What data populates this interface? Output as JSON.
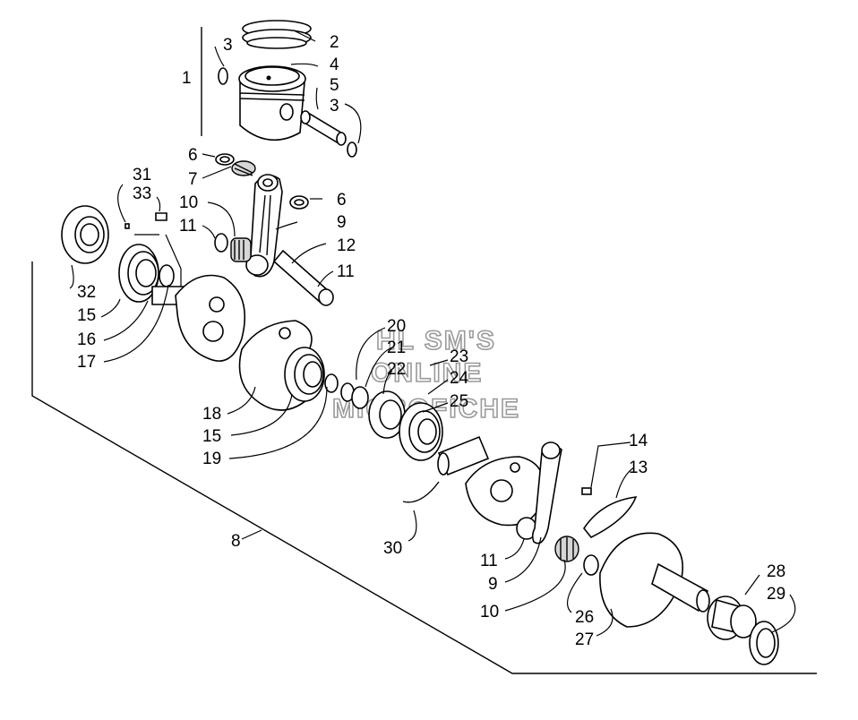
{
  "watermark": {
    "line1": "HL SM'S",
    "line2": "ONLINE",
    "line3": "MICROFICHE"
  },
  "callouts": [
    {
      "id": "c1",
      "text": "1"
    },
    {
      "id": "c2",
      "text": "2"
    },
    {
      "id": "c3a",
      "text": "3"
    },
    {
      "id": "c4",
      "text": "4"
    },
    {
      "id": "c5",
      "text": "5"
    },
    {
      "id": "c3b",
      "text": "3"
    },
    {
      "id": "c6a",
      "text": "6"
    },
    {
      "id": "c7",
      "text": "7"
    },
    {
      "id": "c6b",
      "text": "6"
    },
    {
      "id": "c10a",
      "text": "10"
    },
    {
      "id": "c11a",
      "text": "11"
    },
    {
      "id": "c9a",
      "text": "9"
    },
    {
      "id": "c12",
      "text": "12"
    },
    {
      "id": "c11b",
      "text": "11"
    },
    {
      "id": "c31",
      "text": "31"
    },
    {
      "id": "c33",
      "text": "33"
    },
    {
      "id": "c32",
      "text": "32"
    },
    {
      "id": "c15a",
      "text": "15"
    },
    {
      "id": "c16",
      "text": "16"
    },
    {
      "id": "c17",
      "text": "17"
    },
    {
      "id": "c20",
      "text": "20"
    },
    {
      "id": "c21",
      "text": "21"
    },
    {
      "id": "c22",
      "text": "22"
    },
    {
      "id": "c23",
      "text": "23"
    },
    {
      "id": "c24",
      "text": "24"
    },
    {
      "id": "c25",
      "text": "25"
    },
    {
      "id": "c18",
      "text": "18"
    },
    {
      "id": "c15b",
      "text": "15"
    },
    {
      "id": "c19",
      "text": "19"
    },
    {
      "id": "c14",
      "text": "14"
    },
    {
      "id": "c13",
      "text": "13"
    },
    {
      "id": "c8",
      "text": "8"
    },
    {
      "id": "c30",
      "text": "30"
    },
    {
      "id": "c11c",
      "text": "11"
    },
    {
      "id": "c9b",
      "text": "9"
    },
    {
      "id": "c10b",
      "text": "10"
    },
    {
      "id": "c26",
      "text": "26"
    },
    {
      "id": "c27",
      "text": "27"
    },
    {
      "id": "c28",
      "text": "28"
    },
    {
      "id": "c29",
      "text": "29"
    }
  ]
}
